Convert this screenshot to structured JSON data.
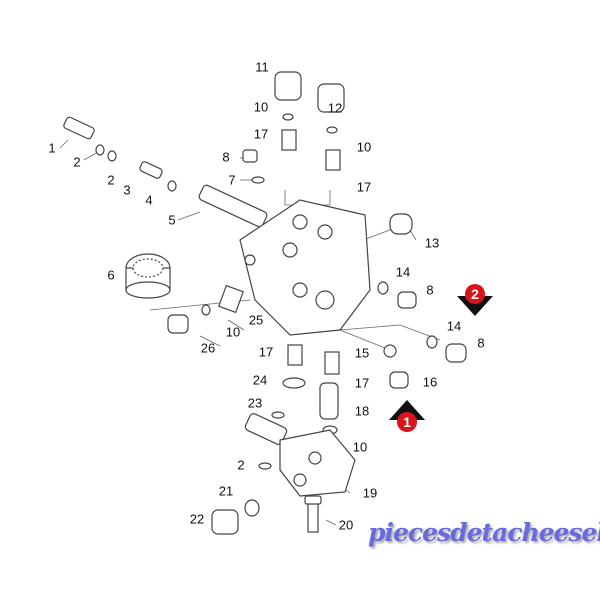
{
  "labels": [
    "11",
    "12",
    "10",
    "10",
    "17",
    "17",
    "8",
    "7",
    "1",
    "2",
    "2",
    "3",
    "4",
    "5",
    "13",
    "6",
    "14",
    "8",
    "10",
    "25",
    "26",
    "14",
    "8",
    "17",
    "15",
    "17",
    "24",
    "16",
    "18",
    "23",
    "10",
    "2",
    "19",
    "21",
    "22",
    "20"
  ],
  "badges": [
    "2",
    "1"
  ],
  "watermark": "piecesdetacheeselec.com",
  "colors": {
    "badge": "#d9141b",
    "arrow": "#111111",
    "watermark": "#6a6ae0",
    "line": "#555555"
  }
}
